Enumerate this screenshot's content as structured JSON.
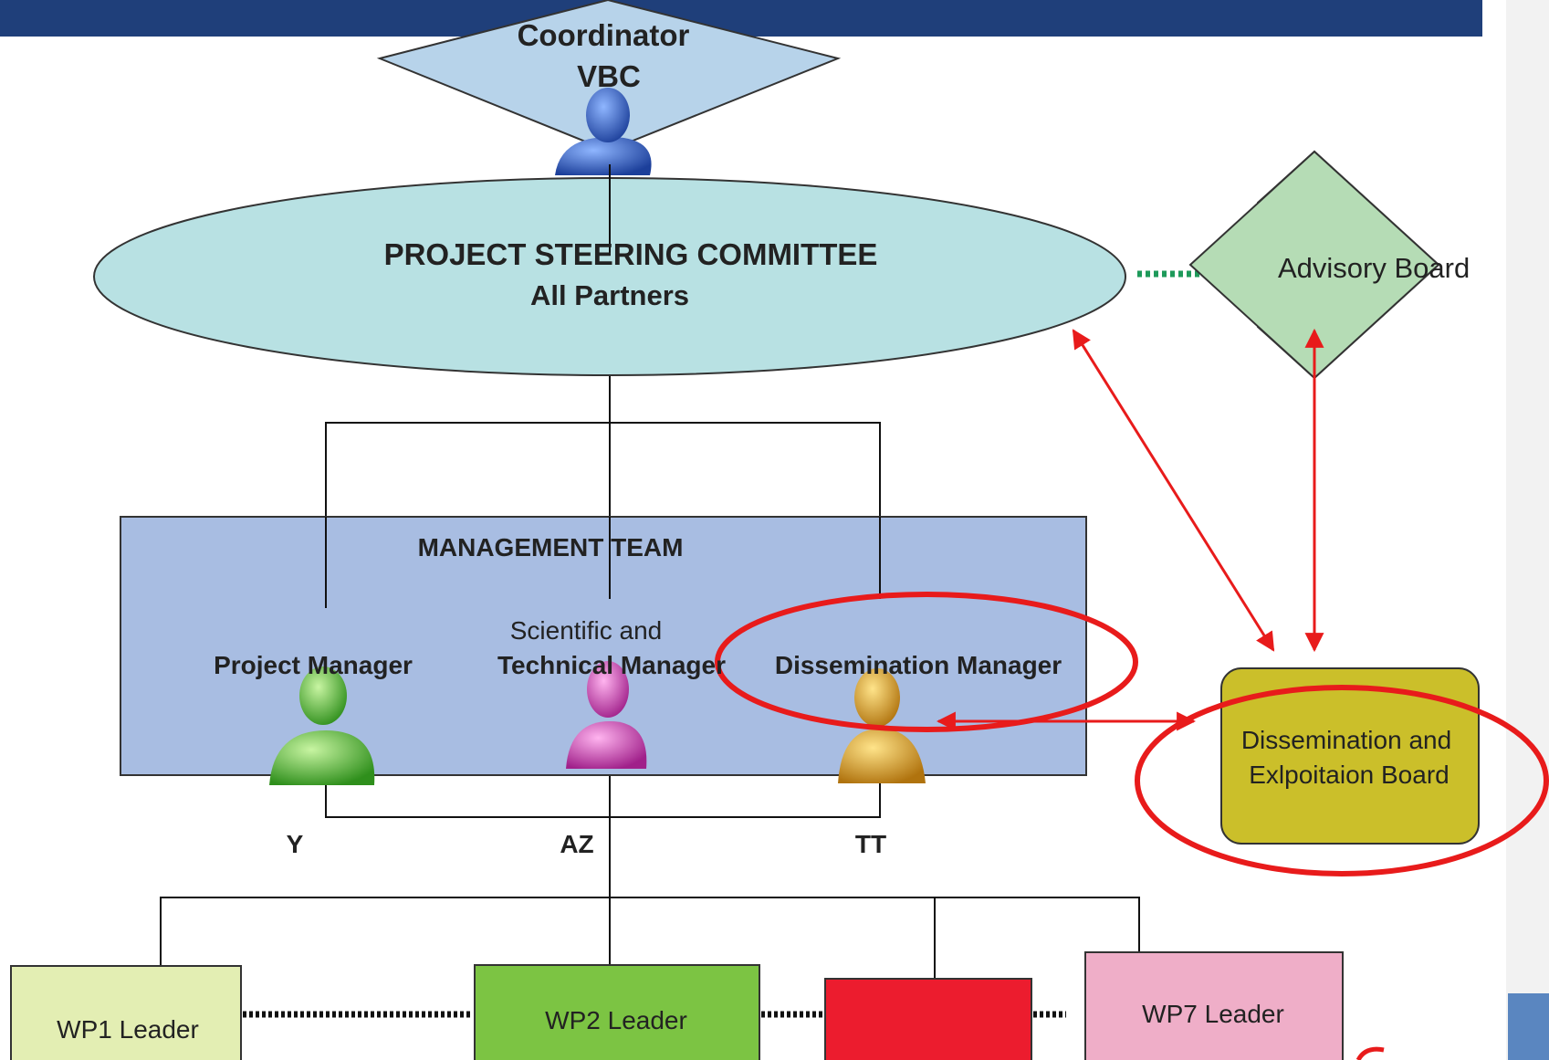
{
  "coordinator": {
    "title": "Coordinator",
    "name": "VBC"
  },
  "steering": {
    "title": "PROJECT STEERING COMMITTEE",
    "subtitle": "All Partners"
  },
  "advisory": {
    "label": "Advisory Board"
  },
  "management": {
    "title": "MANAGEMENT TEAM",
    "project_manager": "Project Manager",
    "stm_line1": "Scientific and",
    "stm_line2": "Technical Manager",
    "dissemination_manager": "Dissemination Manager"
  },
  "initials": {
    "pm": "Y",
    "stm": "AZ",
    "dm": "TT"
  },
  "board": {
    "line1": "Dissemination and",
    "line2": "Exlpoitaion Board"
  },
  "wp": {
    "wp1": "WP1 Leader",
    "wp2": "WP2 Leader",
    "wp7": "WP7 Leader"
  },
  "colors": {
    "header_bar": "#1f3f7a",
    "coordinator_fill": "#b7d3ea",
    "steering_fill": "#b8e1e3",
    "advisory_fill": "#b5dcb5",
    "management_fill": "#a8bde2",
    "board_fill": "#cbbf2a",
    "wp1_fill": "#e3eeb3",
    "wp2_fill": "#7cc443",
    "wp_red_fill": "#ec1c2e",
    "wp7_fill": "#efaec8",
    "highlight": "#e81b1b",
    "advisory_link": "#1e9a5a",
    "person_blue": "#2a5bbf",
    "person_green": "#5fc035",
    "person_magenta": "#d040b8",
    "person_gold": "#d79b1c"
  }
}
